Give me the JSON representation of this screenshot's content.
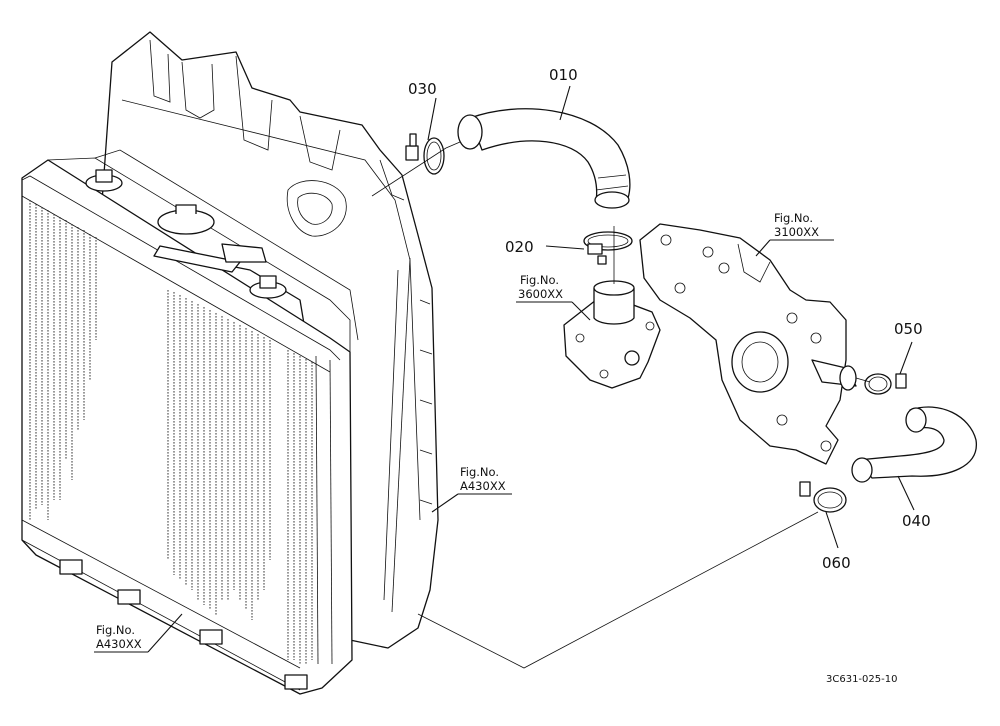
{
  "diagram": {
    "callouts": [
      {
        "id": "010",
        "text": "010"
      },
      {
        "id": "020",
        "text": "020"
      },
      {
        "id": "030",
        "text": "030"
      },
      {
        "id": "040",
        "text": "040"
      },
      {
        "id": "050",
        "text": "050"
      },
      {
        "id": "060",
        "text": "060"
      }
    ],
    "fig_refs": [
      {
        "prefix": "Fig.No.",
        "code": "3100XX"
      },
      {
        "prefix": "Fig.No.",
        "code": "3600XX"
      },
      {
        "prefix": "Fig.No.",
        "code": "A430XX"
      },
      {
        "prefix": "Fig.No.",
        "code": "A430XX"
      }
    ],
    "drawing_code": "3C631-025-10"
  }
}
